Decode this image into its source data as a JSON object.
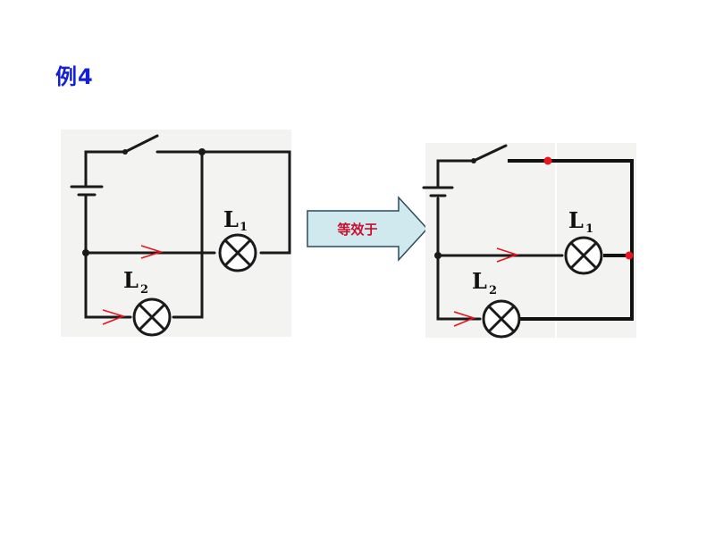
{
  "title": "例4",
  "arrow_label": "等效于",
  "lamp1": {
    "letter": "L",
    "sub": "1"
  },
  "lamp2": {
    "letter": "L",
    "sub": "2"
  },
  "colors": {
    "title": "#1420d8",
    "arrow_fill": "#cfe9ee",
    "arrow_text": "#c8102e",
    "current_arrow": "#e8141e",
    "wire": "#1a1a1a"
  }
}
